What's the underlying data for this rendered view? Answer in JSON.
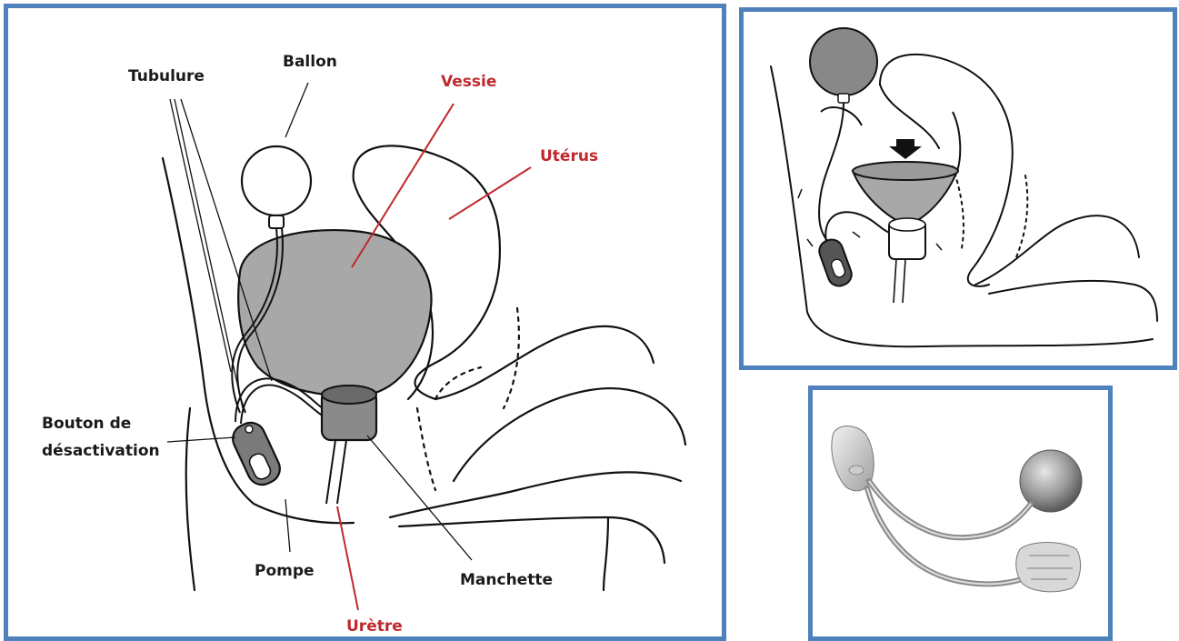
{
  "labels": {
    "tubulure": "Tubulure",
    "ballon": "Ballon",
    "vessie": "Vessie",
    "uterus": "Utérus",
    "bouton_line1": "Bouton de",
    "bouton_line2": "désactivation",
    "pompe": "Pompe",
    "manchette": "Manchette",
    "uretre": "Urètre"
  },
  "colors": {
    "frame": "#4f81bd",
    "organ_fill": "#a8a8a8",
    "red_label": "#c0282d",
    "line": "#111111"
  },
  "icons": {
    "arrow": "down-arrow-icon"
  }
}
